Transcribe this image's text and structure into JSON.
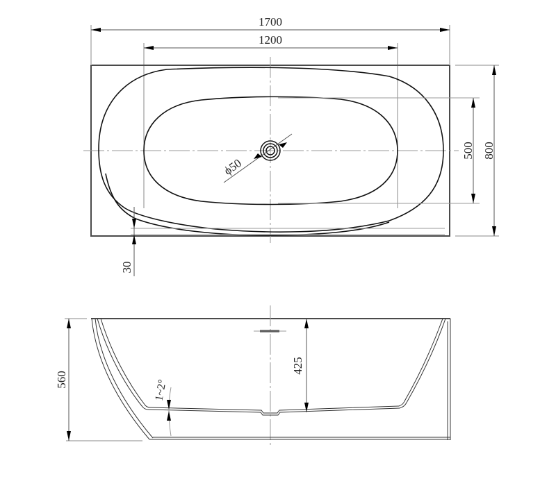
{
  "drawing": {
    "subject": "Freestanding back-to-wall bathtub",
    "units": "mm",
    "plan_view": {
      "overall_length_label": "1700",
      "inner_basin_length_label": "1200",
      "overall_width_label": "800",
      "inner_basin_width_label": "500",
      "drain_diameter_label": "ϕ50",
      "offset_label": "30"
    },
    "side_view": {
      "overall_height_label": "560",
      "inner_depth_label": "425",
      "floor_slope_label": "1~2°"
    },
    "colors": {
      "line": "#111111",
      "outline": "#4a4a4a",
      "dimension": "#8a8a8a",
      "background": "#ffffff"
    }
  }
}
